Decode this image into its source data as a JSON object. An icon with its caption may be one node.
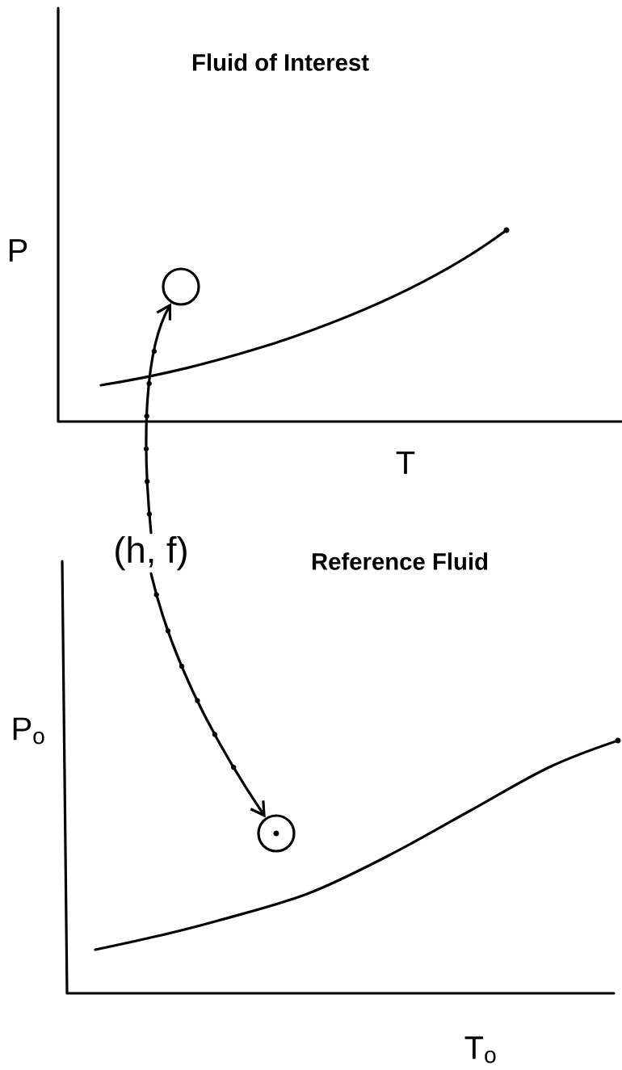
{
  "diagram": {
    "nodes": [
      {
        "text": [],
        "shape": "circle"
      },
      {
        "text": [
          "(h, f)"
        ]
      },
      {
        "text": [],
        "shape": "circle"
      }
    ],
    "edges": [
      {
        "from": 1,
        "to": 0,
        "arrow": "to"
      },
      {
        "from": 1,
        "to": 2,
        "arrow": "to"
      }
    ],
    "labels": [
      "Fluid of Interest",
      "P",
      "T",
      "Reference Fluid",
      "P$_{o}$",
      "T$_{o}$"
    ]
  }
}
